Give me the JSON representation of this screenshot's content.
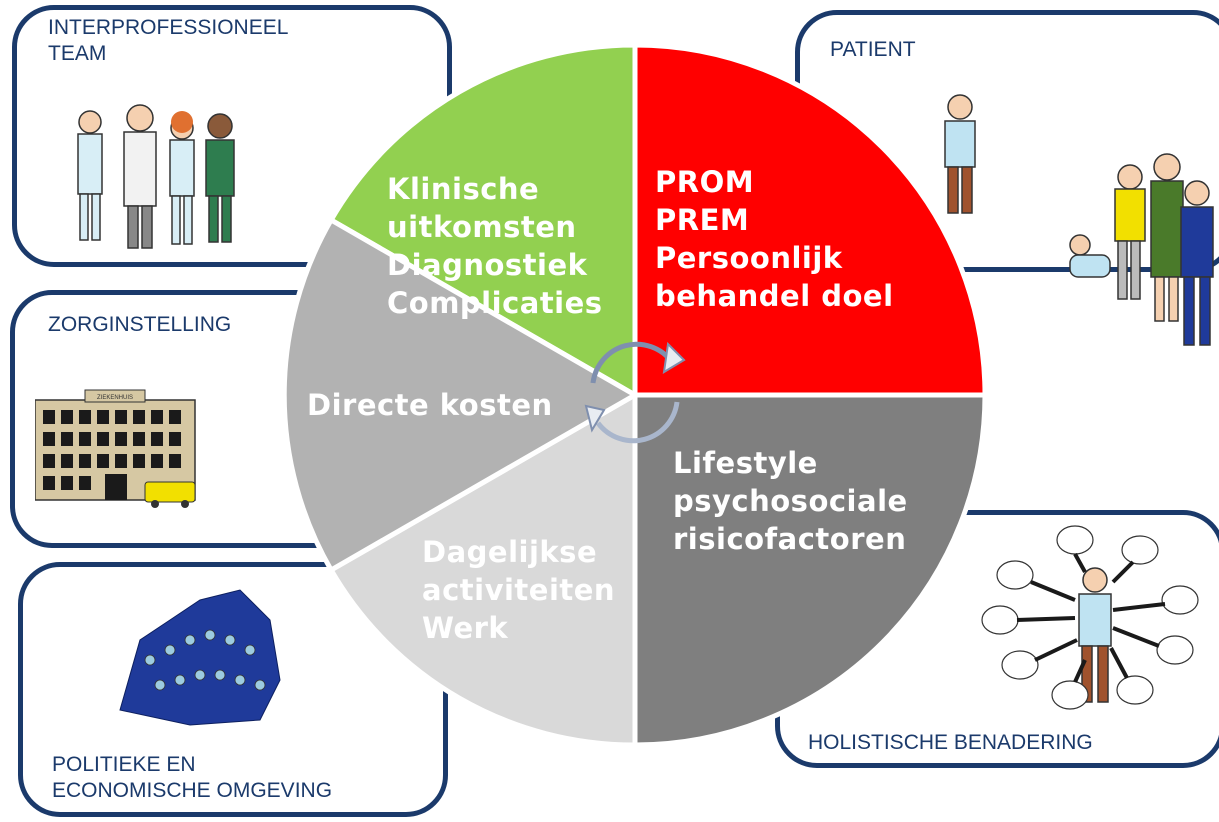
{
  "corners": {
    "team": "INTERPROFESSIONEEL\nTEAM",
    "patient": "PATIENT",
    "institution": "ZORGINSTELLING",
    "hospital_sign": "ZIEKENHUIS",
    "politics": "POLITIEKE EN\nECONOMISCHE OMGEVING",
    "holistic": "HOLISTISCHE BENADERING"
  },
  "segments": {
    "clinical": "Klinische\nuitkomsten\nDiagnostiek\nComplicaties",
    "patient_reported": "PROM\nPREM\nPersoonlijk\nbehandel doel",
    "lifestyle": "Lifestyle\npsychosociale\nrisicofactoren",
    "daily": "Dagelijkse\nactiviteiten\nWerk",
    "costs": "Directe kosten"
  },
  "colors": {
    "border": "#1b3a6b",
    "green": "#92d050",
    "red": "#ff0000",
    "dark_grey": "#7f7f7f",
    "mid_grey": "#b2b2b2",
    "light_grey": "#d9d9d9"
  }
}
